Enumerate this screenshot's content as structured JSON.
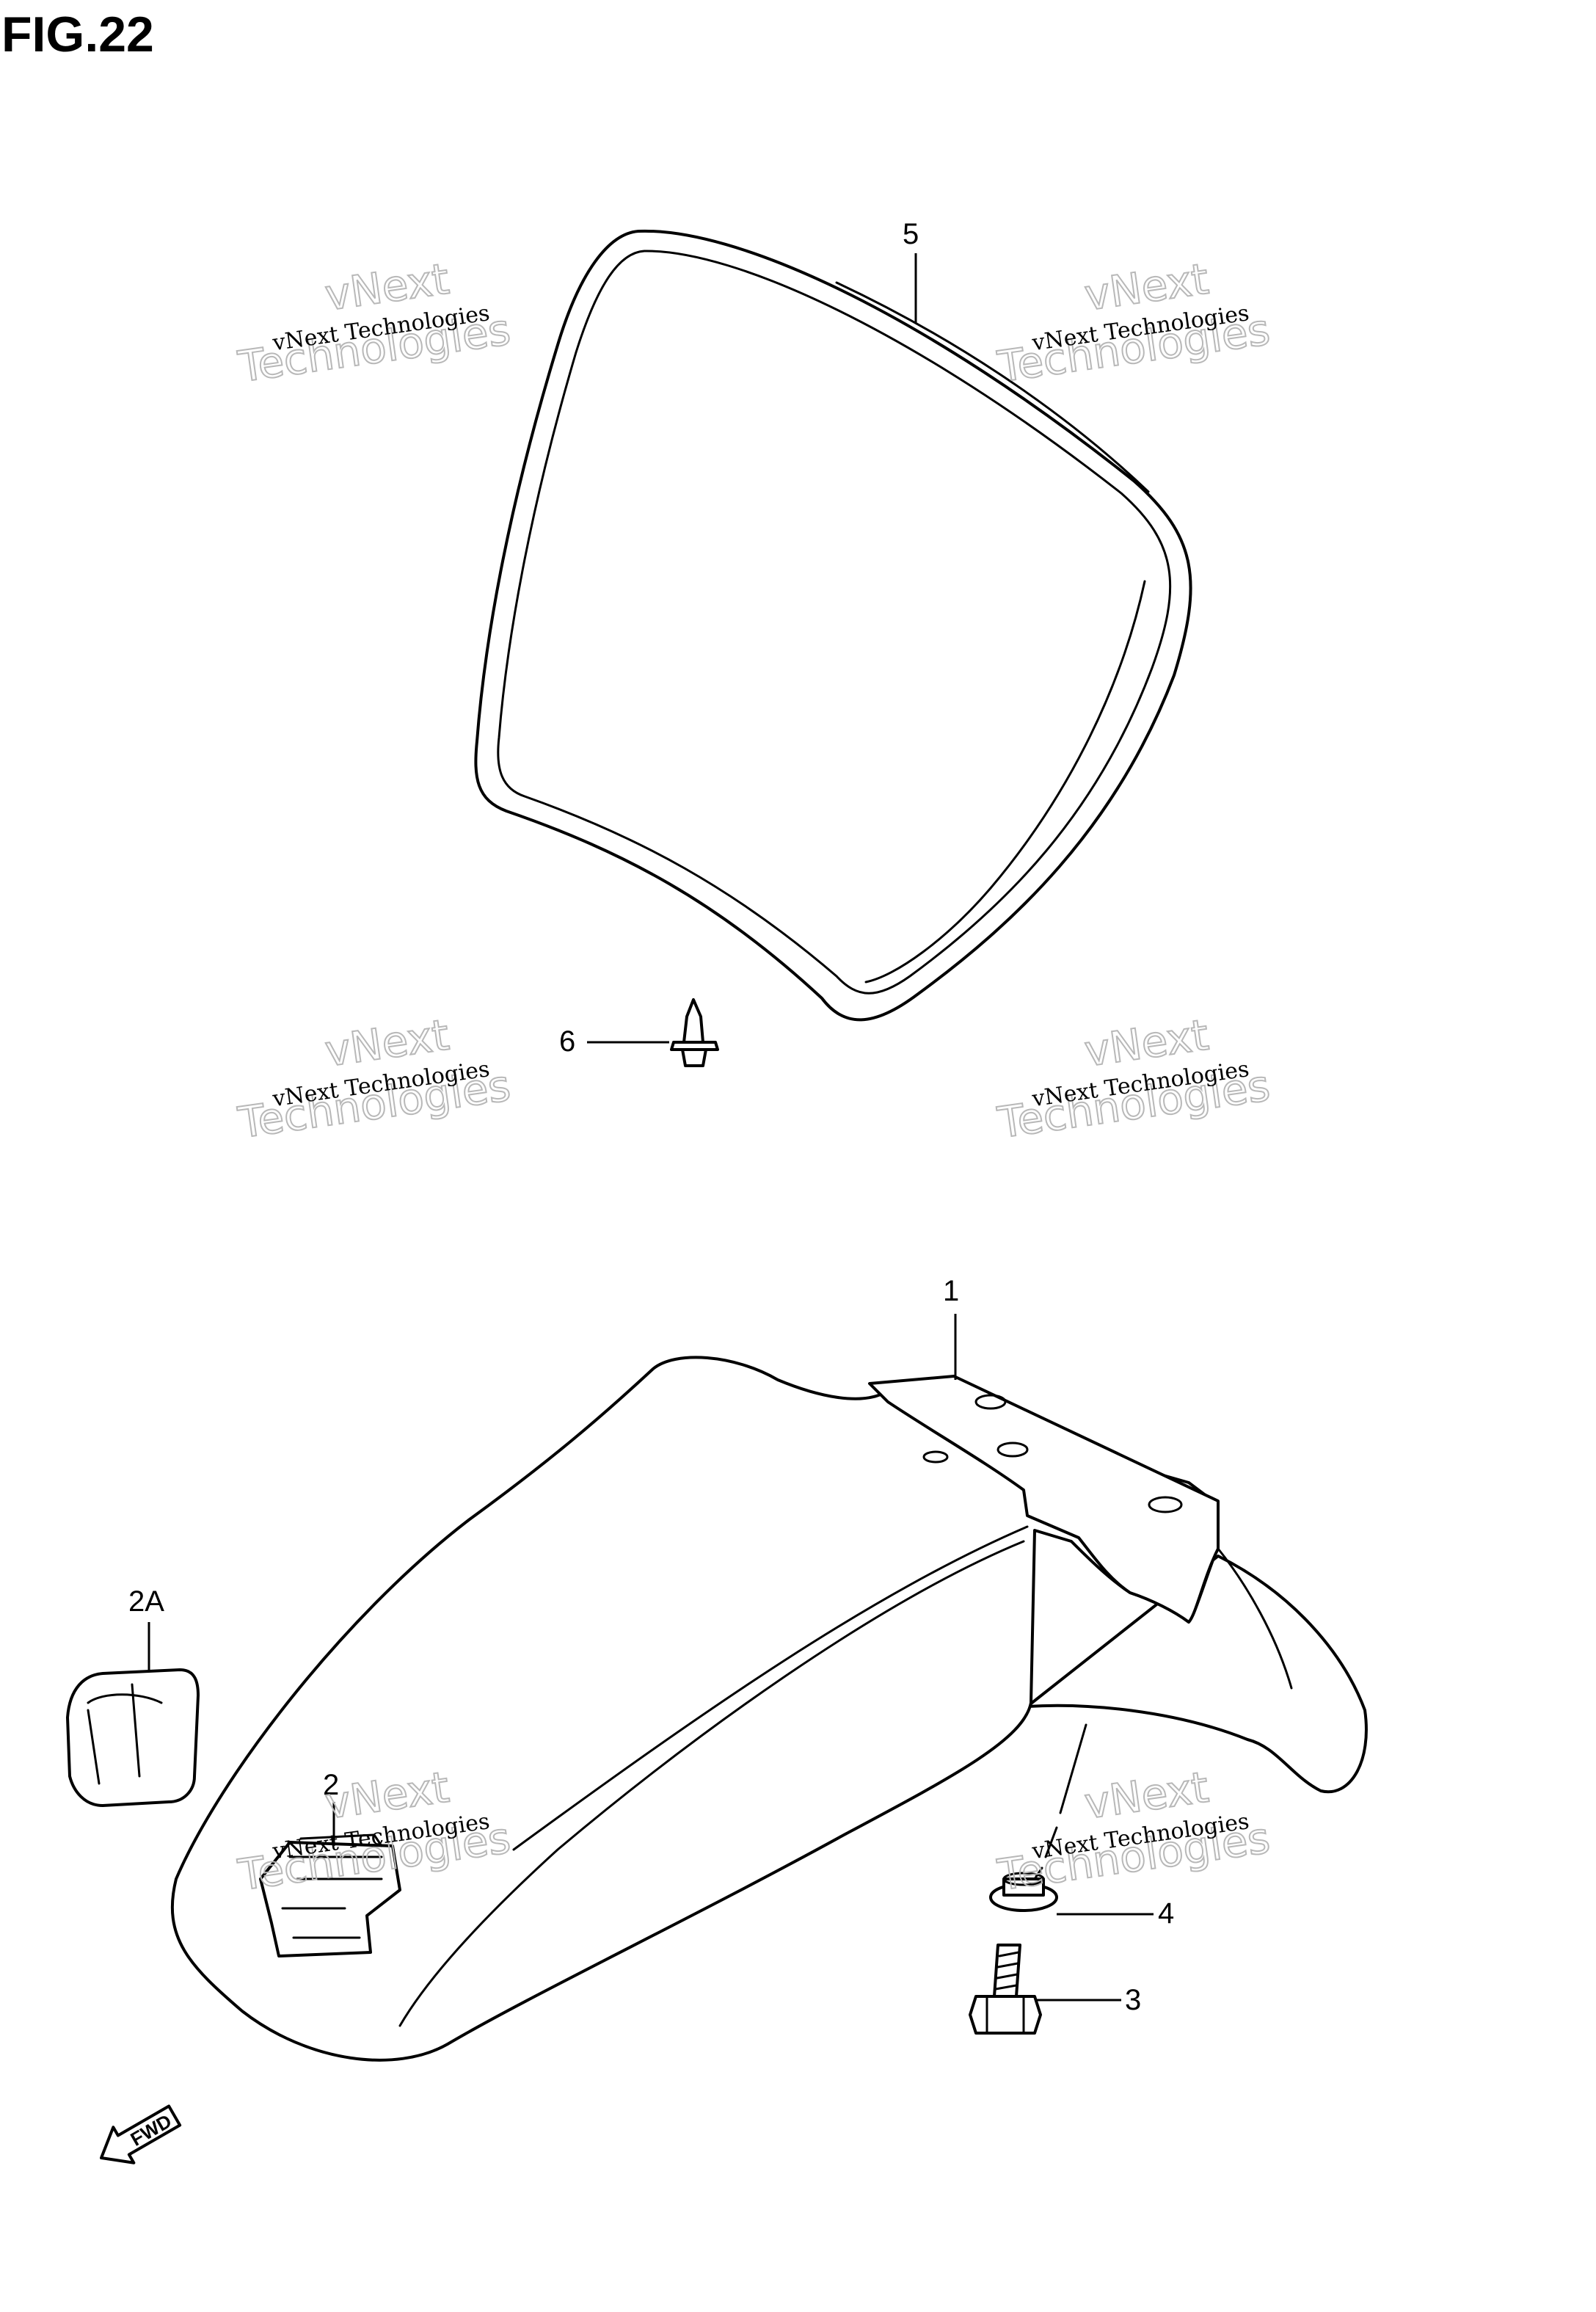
{
  "figure": {
    "title": "FIG.22"
  },
  "callouts": {
    "p1": "1",
    "p2": "2",
    "p2a": "2A",
    "p3": "3",
    "p4": "4",
    "p5": "5",
    "p6": "6"
  },
  "direction_arrow": {
    "label": "FWD"
  },
  "watermark": {
    "small": "vNext Technologies",
    "line1": "vNext",
    "line2": "Technologies"
  }
}
